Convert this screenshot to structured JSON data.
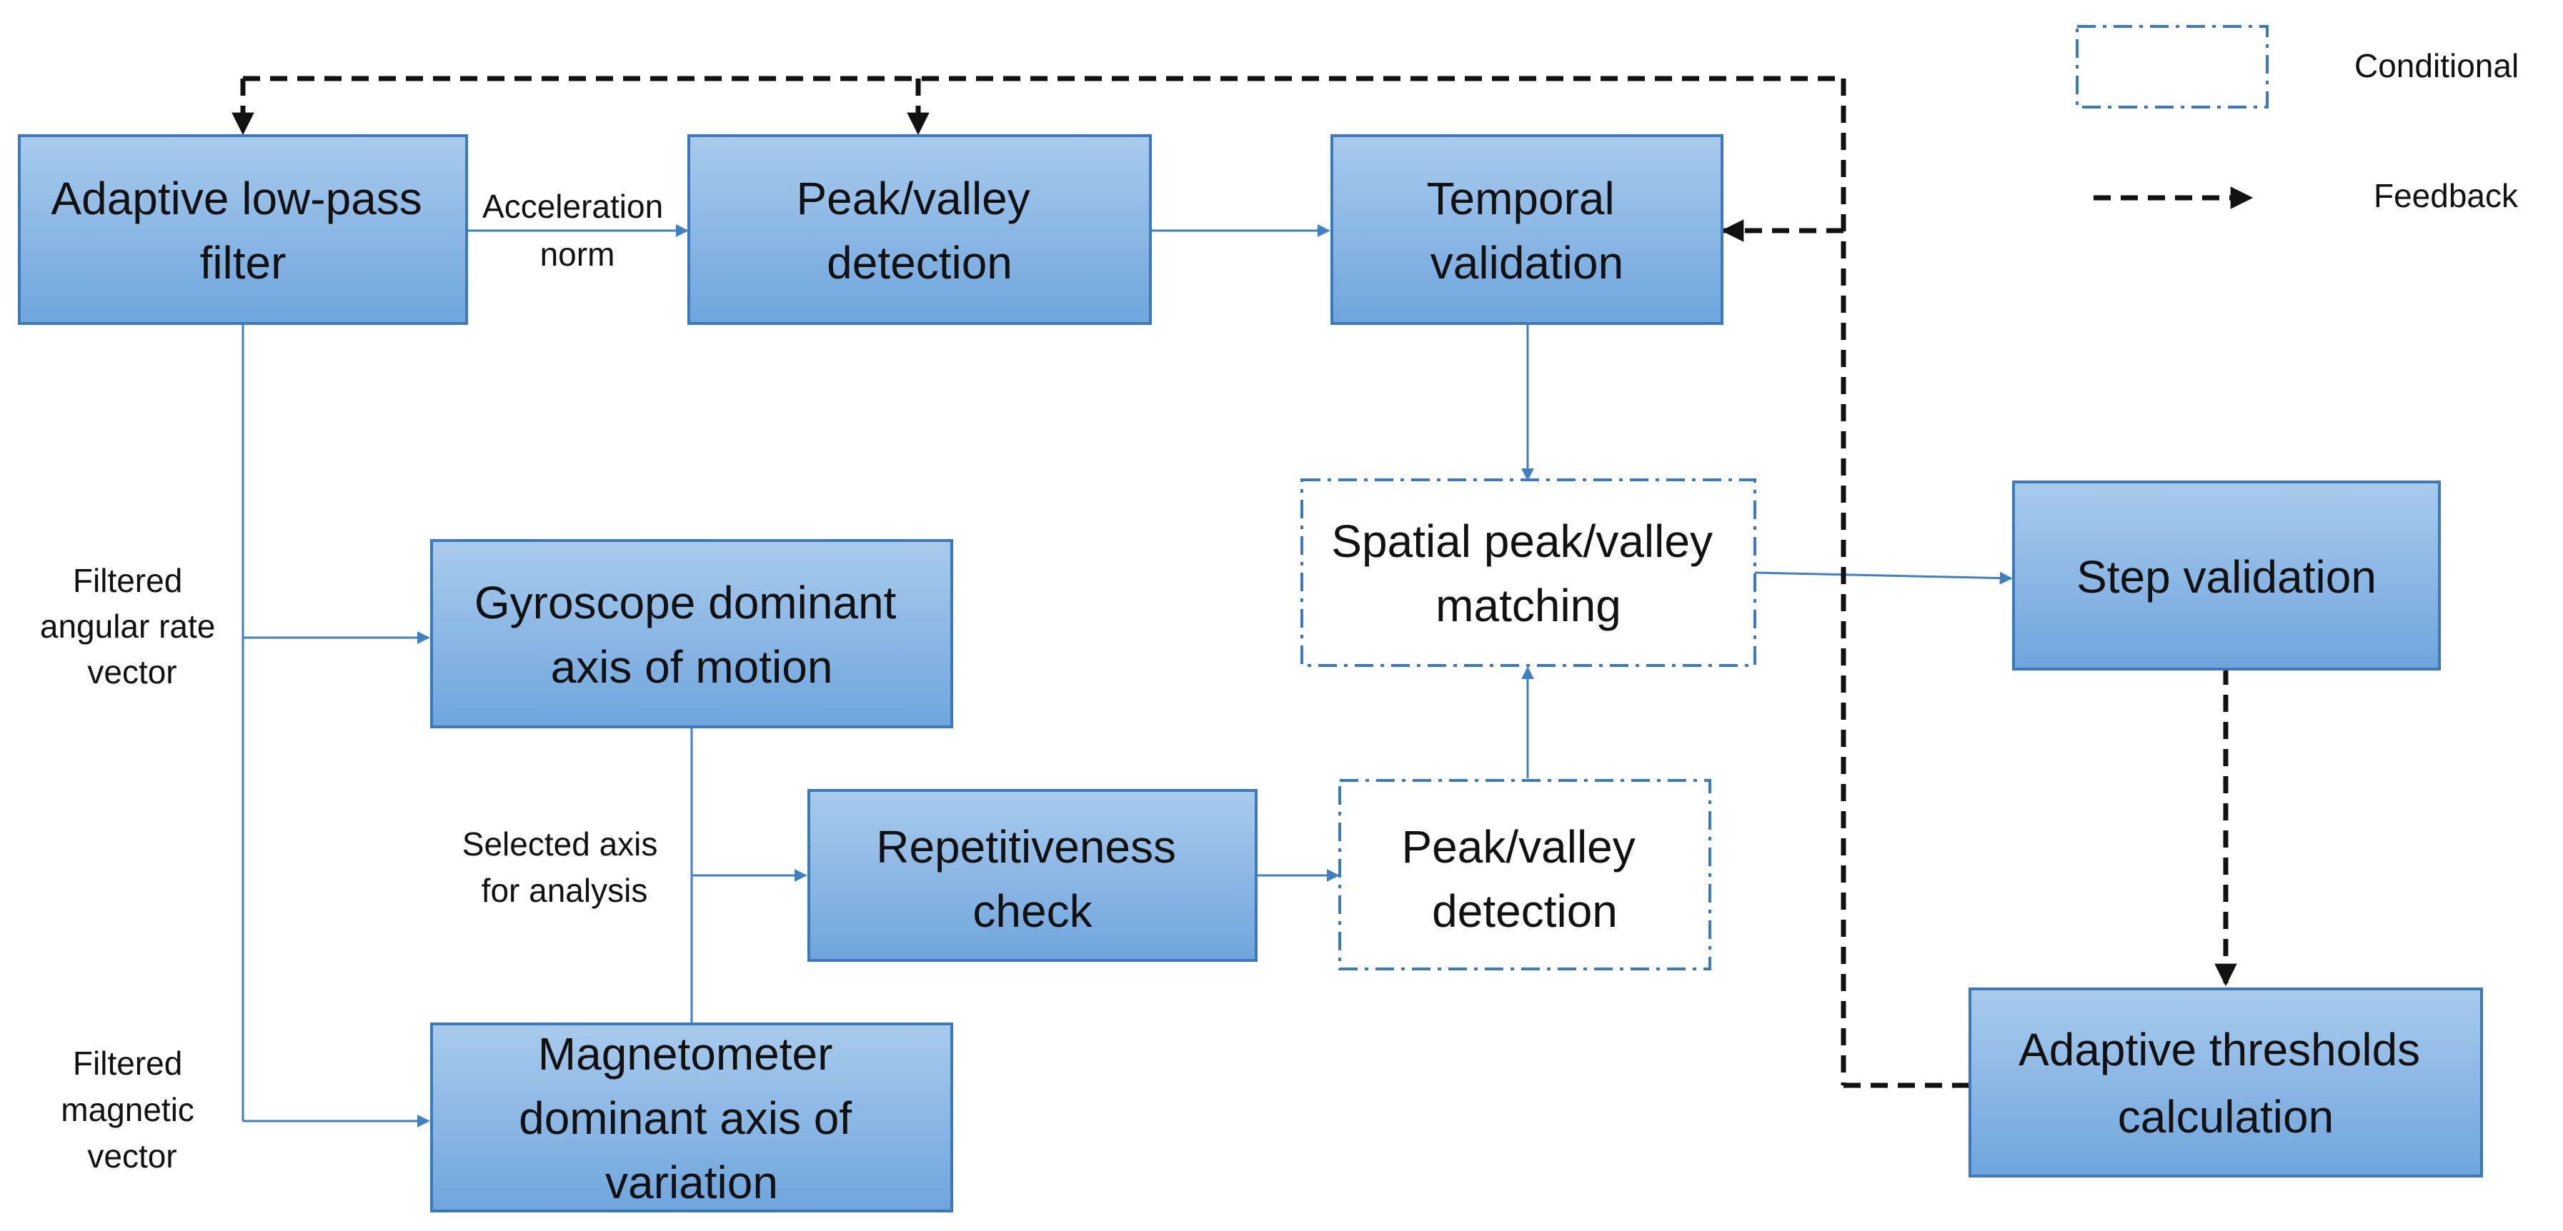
{
  "colors": {
    "box_fill_top": "#a9cbed",
    "box_fill_bottom": "#6fa5dd",
    "box_border": "#3c78be",
    "flow_line": "#3f7fc6",
    "feedback_line": "#111111",
    "conditional_border": "#3c78be"
  },
  "legend": {
    "conditional": "Conditional",
    "feedback": "Feedback"
  },
  "boxes": {
    "lowpass": [
      "Adaptive low-pass",
      "filter"
    ],
    "peak_top": [
      "Peak/valley",
      "detection"
    ],
    "temporal": [
      "Temporal",
      "validation"
    ],
    "spatial": [
      "Spatial peak/valley",
      "matching"
    ],
    "step": [
      "Step validation"
    ],
    "gyro": [
      "Gyroscope dominant",
      "axis of motion"
    ],
    "repet": [
      "Repetitiveness",
      "check"
    ],
    "peak_bottom": [
      "Peak/valley",
      "detection"
    ],
    "magneto": [
      "Magnetometer",
      "dominant axis of",
      "variation"
    ],
    "thresholds": [
      "Adaptive thresholds",
      "calculation"
    ]
  },
  "labels": {
    "accel": [
      "Acceleration",
      "norm"
    ],
    "angular": [
      "Filtered",
      "angular rate",
      "vector"
    ],
    "magnetic": [
      "Filtered",
      "magnetic",
      "vector"
    ],
    "selected": [
      "Selected axis",
      "for analysis"
    ]
  }
}
